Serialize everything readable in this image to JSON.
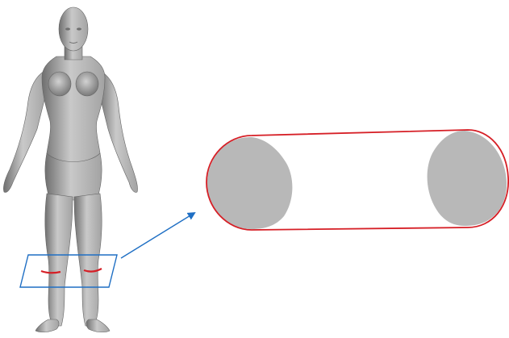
{
  "colors": {
    "background": "#ffffff",
    "body_fill": "#a3a3a3",
    "body_shadow": "#6f6f6f",
    "body_highlight": "#c9c9c9",
    "cross_section_fill": "#b8b8b8",
    "cross_section_outline": "#d61f26",
    "slicing_plane": "#1f6fc4",
    "pointer_arrow": "#1f6fc4"
  },
  "figure": {
    "figure_shape": "human-body-3d-mesh",
    "slicing_plane_shape": "parallelogram",
    "cross_section_shape": "capsule-outline-with-two-leg-sections",
    "connector": "arrow-from-plane-to-cross-section"
  }
}
